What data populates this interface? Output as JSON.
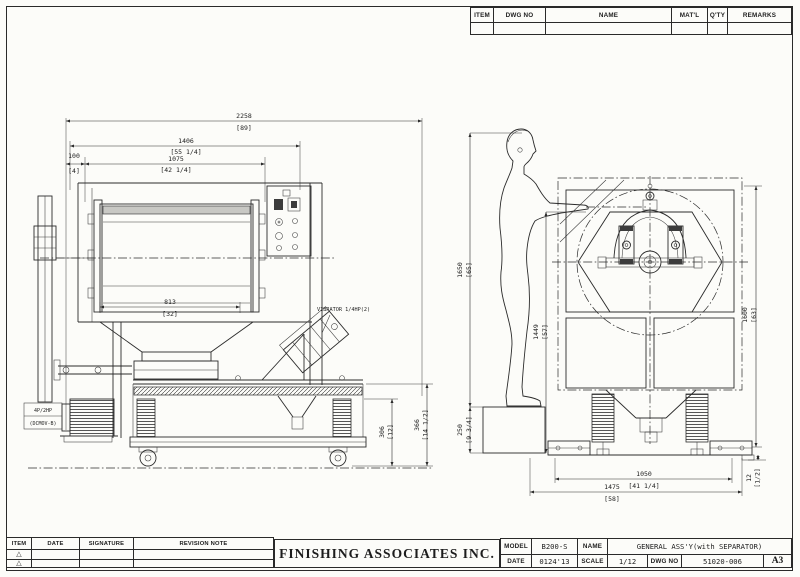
{
  "parts_table": {
    "headers": [
      "ITEM",
      "DWG NO",
      "NAME",
      "MAT'L",
      "Q'TY",
      "REMARKS"
    ]
  },
  "revision_table": {
    "headers": [
      "ITEM",
      "DATE",
      "SIGNATURE",
      "REVISION NOTE"
    ],
    "marks": [
      "△",
      "△"
    ]
  },
  "company": {
    "name": "FINISHING ASSOCIATES INC."
  },
  "title_block": {
    "model_label": "MODEL",
    "model_value": "B200-S",
    "name_label": "NAME",
    "name_value": "GENERAL ASS'Y(with SEPARATOR)",
    "date_label": "DATE",
    "date_value": "0124'13",
    "scale_label": "SCALE",
    "scale_value": "1/12",
    "dwg_label": "DWG NO",
    "dwg_value": "51020-006",
    "size_value": "A3"
  },
  "side_view": {
    "dim_overall_mm": "2258",
    "dim_overall_in": "[89]",
    "dim_frame_mm": "1406",
    "dim_frame_in": "[55 1/4]",
    "dim_offset_mm": "100",
    "dim_offset_in": "[4]",
    "dim_barrel_mm": "1075",
    "dim_barrel_in": "[42 1/4]",
    "dim_hopper_mm": "813",
    "dim_hopper_in": "[32]",
    "dim_table_mm": "306",
    "dim_table_in": "[12]",
    "dim_base_mm": "366",
    "dim_base_in": "[14 1/2]",
    "vibrator_label": "VIBRATOR 1/4HP(2)",
    "motor_label_line1": "4P/2HP",
    "motor_label_line2": "(DCMOV-B)"
  },
  "front_view": {
    "dim_person_mm": "1650",
    "dim_person_in": "[65]",
    "dim_hand_mm": "1449",
    "dim_hand_in": "[57]",
    "dim_platform_mm": "250",
    "dim_platform_in": "[9 3/4]",
    "dim_height_mm": "1600",
    "dim_height_in": "[63]",
    "dim_span_mm": "1050",
    "dim_span_in": "[41 1/4]",
    "dim_width_mm": "1475",
    "dim_width_in": "[58]",
    "dim_pad_mm": "12",
    "dim_pad_in": "[1/2]"
  }
}
